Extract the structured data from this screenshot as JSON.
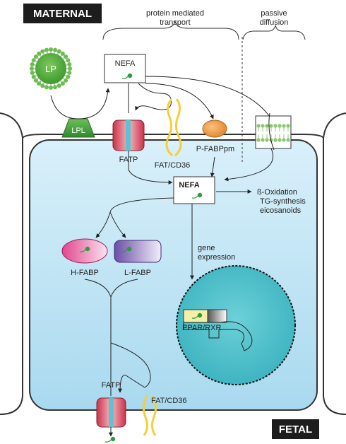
{
  "labels": {
    "maternal": "MATERNAL",
    "fetal": "FETAL",
    "protein_mediated_line1": "protein mediated",
    "protein_mediated_line2": "transport",
    "passive_line1": "passive",
    "passive_line2": "diffusion",
    "lp": "LP",
    "lpl": "LPL",
    "nefa_top": "NEFA",
    "nefa_mid": "NEFA",
    "fatp_top": "FATP",
    "fatcd36_top": "FAT/CD36",
    "pfabp": "P-FABPpm",
    "oxidation": "ß-Oxidation",
    "tg_synthesis": "TG-synthesis",
    "eicosanoids": "eicosanoids",
    "hfabp": "H-FABP",
    "lfabp": "L-FABP",
    "gene_line1": "gene",
    "gene_line2": "expression",
    "ppar": "PPAR/RXR",
    "fatp_bottom": "FATP",
    "fatcd36_bottom": "FAT/CD36"
  },
  "colors": {
    "cell_fill": "#c6e6f5",
    "nucleus_fill": "#4cc3cf",
    "lp_green": "#5fb244",
    "lpl_green": "#4fa640",
    "fatp_red": "#dd4a5c",
    "fatp_teal": "#5ec3d0",
    "cd36_yellow": "#f5cf3a",
    "pfabp_orange": "#f1a14f",
    "hfabp_pink": "#e2468f",
    "lfabp_purple": "#6b4ea6",
    "fa_green": "#2f9a3f",
    "ppar_yellow": "#f4f0a8"
  },
  "icons": {
    "fatty_acid": "fatty-acid-icon",
    "lipoprotein": "lipoprotein-icon"
  }
}
